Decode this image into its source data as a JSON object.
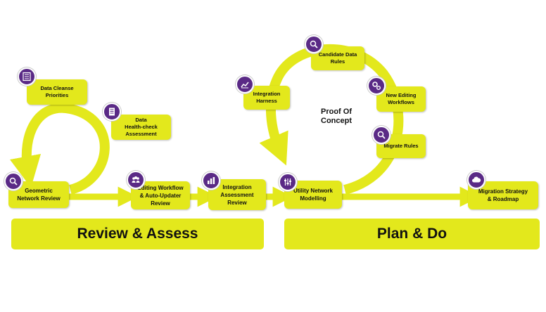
{
  "colors": {
    "accent": "#e3e81c",
    "icon_bg": "#5a2a86",
    "text": "#111111"
  },
  "stages": {
    "data_cleanse": "Data Cleanse\nPriorities",
    "data_health": "Data\nHealth-check\nAssessment",
    "geometric": "Geometric\nNetwork Review",
    "editing_workflow": "Editing Workflow\n& Auto-Updater\nReview",
    "integration_assessment": "Integration\nAssessment\nReview",
    "utility_network": "Utility Network\nModelling",
    "migration": "Migration Strategy\n& Roadmap",
    "candidate_rules": "Candidate Data\nRules",
    "integration_harness": "Integration\nHarness",
    "new_editing": "New Editing\nWorkflows",
    "migrate_rules": "Migrate Rules"
  },
  "proof_of_concept": "Proof Of\nConcept",
  "banners": {
    "review_assess": "Review & Assess",
    "plan_do": "Plan & Do"
  },
  "icons": {
    "data_cleanse": "checklist-icon",
    "data_health": "document-icon",
    "geometric": "map-search-icon",
    "editing_workflow": "people-icon",
    "integration_assessment": "bar-chart-icon",
    "utility_network": "sliders-icon",
    "migration": "cloud-icon",
    "candidate_rules": "search-icon",
    "integration_harness": "line-chart-icon",
    "new_editing": "gears-icon",
    "migrate_rules": "search-icon"
  }
}
